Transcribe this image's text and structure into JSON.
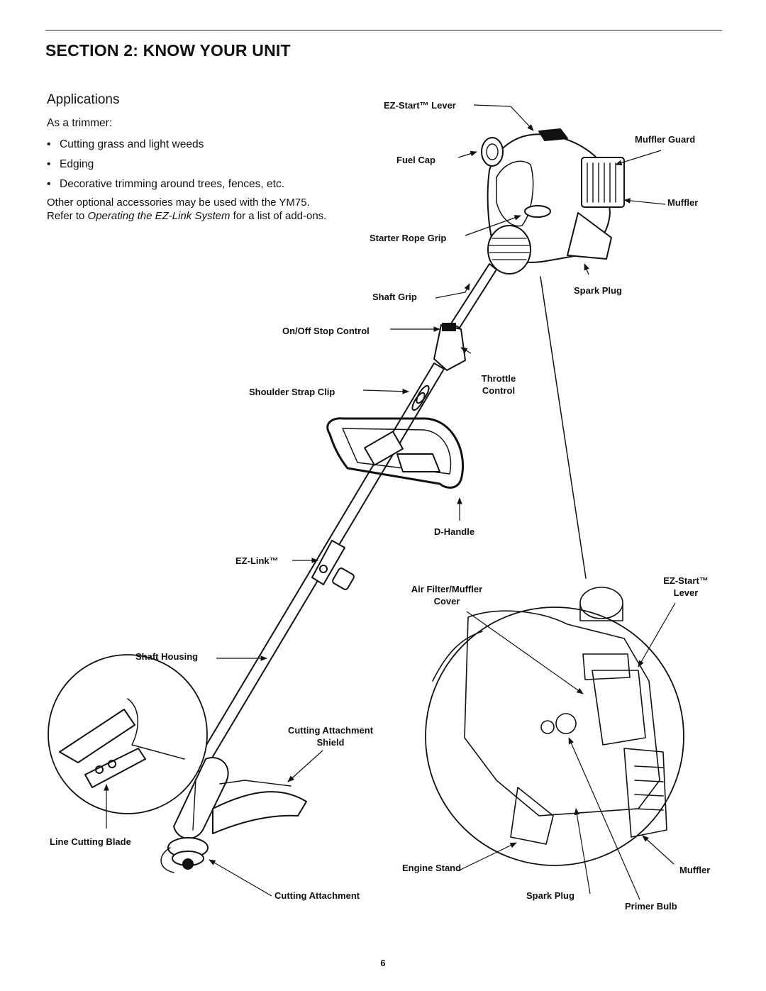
{
  "header": {
    "section_title": "SECTION 2: KNOW YOUR UNIT"
  },
  "applications": {
    "title": "Applications",
    "intro": "As a trimmer:",
    "bullets": [
      "Cutting grass and light weeds",
      "Edging",
      "Decorative trimming around trees, fences, etc."
    ],
    "note_line1": "Other optional accessories may be used with the YM75.",
    "note_prefix": "Refer to ",
    "note_italic": "Operating the EZ-Link System",
    "note_suffix": " for a list of add-ons."
  },
  "labels": {
    "ez_start_lever": "EZ-Start™ Lever",
    "muffler_guard": "Muffler Guard",
    "fuel_cap": "Fuel Cap",
    "muffler_top": "Muffler",
    "starter_rope_grip": "Starter Rope Grip",
    "shaft_grip": "Shaft Grip",
    "spark_plug_top": "Spark Plug",
    "on_off_stop_control": "On/Off Stop Control",
    "throttle_line1": "Throttle",
    "throttle_line2": "Control",
    "shoulder_strap_clip": "Shoulder Strap Clip",
    "d_handle": "D-Handle",
    "ez_link": "EZ-Link™",
    "air_filter_line1": "Air Filter/Muffler",
    "air_filter_line2": "Cover",
    "ez_start_detail_line1": "EZ-Start™",
    "ez_start_detail_line2": "Lever",
    "shaft_housing": "Shaft Housing",
    "cutting_shield_line1": "Cutting Attachment",
    "cutting_shield_line2": "Shield",
    "line_cutting_blade": "Line Cutting Blade",
    "engine_stand": "Engine Stand",
    "muffler_bottom": "Muffler",
    "cutting_attachment": "Cutting Attachment",
    "spark_plug_bottom": "Spark Plug",
    "primer_bulb": "Primer Bulb"
  },
  "footer": {
    "page_number": "6"
  }
}
